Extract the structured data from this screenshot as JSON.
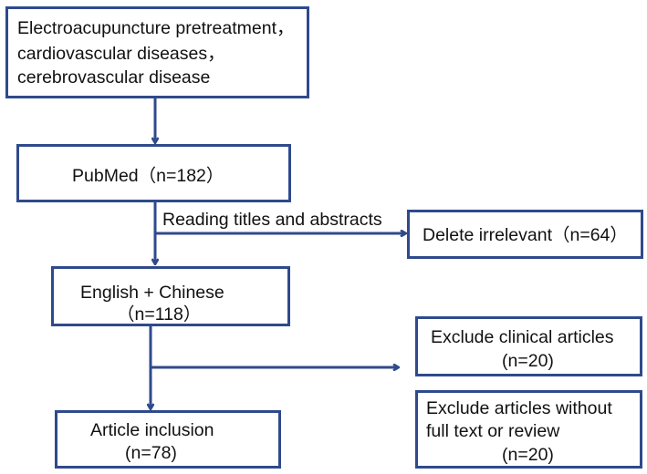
{
  "colors": {
    "box_border": "#2f4a8c",
    "connector": "#2f4a8c",
    "text": "#111111",
    "background": "#ffffff"
  },
  "search_terms_box": {
    "lines": [
      "Electroacupuncture pretreatment，",
      "cardiovascular diseases，",
      "cerebrovascular disease"
    ]
  },
  "database_box": {
    "text": "PubMed（n=182）"
  },
  "screening_step": {
    "label": "Reading titles and abstracts"
  },
  "excluded_irrelevant_box": {
    "text": "Delete irrelevant（n=64）"
  },
  "language_box": {
    "lines": [
      "English + Chinese",
      "（n=118）"
    ]
  },
  "excluded_clinical_box": {
    "lines": [
      "Exclude clinical articles",
      "(n=20)"
    ]
  },
  "excluded_no_fulltext_box": {
    "lines": [
      "Exclude articles without",
      "full text or review",
      "(n=20)"
    ]
  },
  "inclusion_box": {
    "lines": [
      "Article inclusion",
      "(n=78)"
    ]
  }
}
